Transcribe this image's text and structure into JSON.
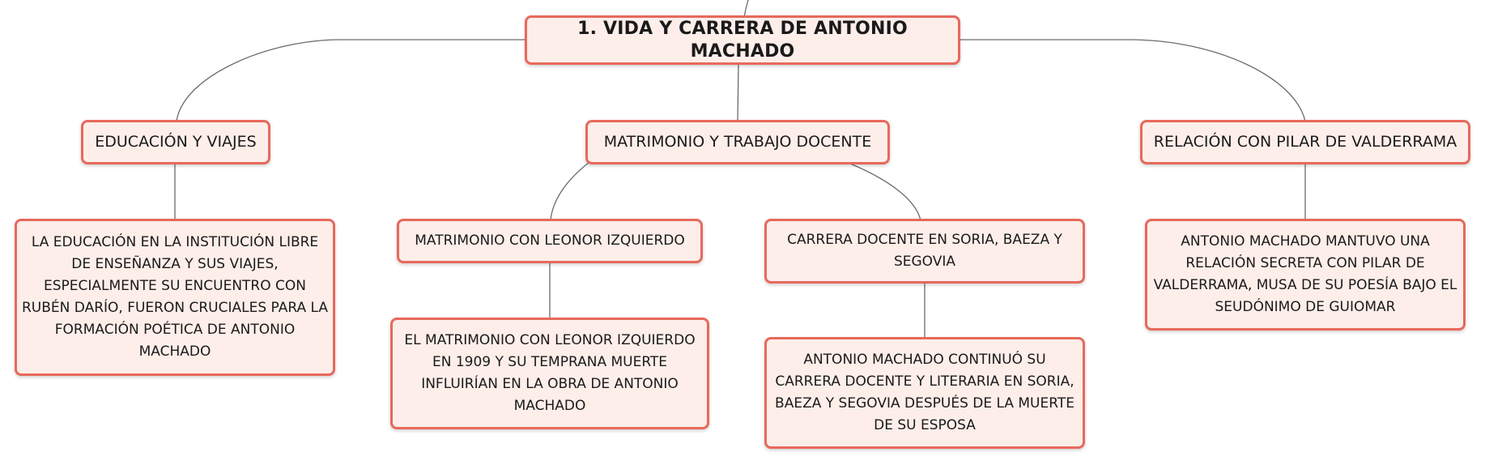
{
  "diagram": {
    "root": {
      "label": "1. VIDA Y CARRERA DE ANTONIO MACHADO"
    },
    "branches": [
      {
        "label": "EDUCACIÓN Y VIAJES",
        "children": [
          {
            "label": "LA EDUCACIÓN EN LA INSTITUCIÓN LIBRE DE ENSEÑANZA Y SUS VIAJES, ESPECIALMENTE SU ENCUENTRO CON RUBÉN DARÍO, FUERON CRUCIALES PARA LA FORMACIÓN POÉTICA DE ANTONIO MACHADO"
          }
        ]
      },
      {
        "label": "MATRIMONIO Y TRABAJO DOCENTE",
        "children": [
          {
            "label": "MATRIMONIO CON LEONOR IZQUIERDO",
            "children": [
              {
                "label": "EL MATRIMONIO CON LEONOR IZQUIERDO EN 1909 Y SU TEMPRANA MUERTE INFLUIRÍAN EN LA OBRA DE ANTONIO MACHADO"
              }
            ]
          },
          {
            "label": "CARRERA DOCENTE EN SORIA, BAEZA Y SEGOVIA",
            "children": [
              {
                "label": "ANTONIO MACHADO CONTINUÓ SU CARRERA DOCENTE Y LITERARIA EN SORIA, BAEZA Y SEGOVIA DESPUÉS DE LA MUERTE DE SU ESPOSA"
              }
            ]
          }
        ]
      },
      {
        "label": "RELACIÓN CON PILAR DE VALDERRAMA",
        "children": [
          {
            "label": "ANTONIO MACHADO MANTUVO UNA RELACIÓN SECRETA CON PILAR DE VALDERRAMA, MUSA DE SU POESÍA BAJO EL SEUDÓNIMO DE GUIOMAR"
          }
        ]
      }
    ]
  },
  "colors": {
    "node_border": "#e8695c",
    "node_fill": "#fdeee9",
    "connector": "#6b6b6b",
    "text": "#1a1a1a"
  }
}
